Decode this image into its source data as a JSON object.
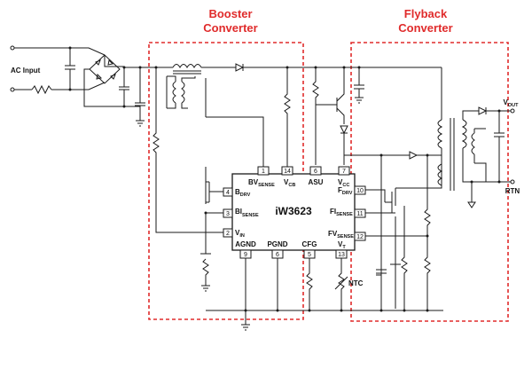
{
  "sections": {
    "booster": {
      "line1": "Booster",
      "line2": "Converter"
    },
    "flyback": {
      "line1": "Flyback",
      "line2": "Converter"
    }
  },
  "ic": {
    "name": "iW3623"
  },
  "io": {
    "ac_input": "AC Input",
    "vout_main": "V",
    "vout_sub": "OUT",
    "rtn": "RTN",
    "ntc": "NTC"
  },
  "pins": {
    "bvsense": {
      "num": "1",
      "main": "BV",
      "sub": "SENSE"
    },
    "vcb": {
      "num": "14",
      "main": "V",
      "sub": "CB"
    },
    "asu": {
      "num": "6",
      "main": "ASU",
      "sub": ""
    },
    "vcc": {
      "num": "7",
      "main": "V",
      "sub": "CC"
    },
    "bdrv": {
      "num": "4",
      "main": "B",
      "sub": "DRV"
    },
    "bisense": {
      "num": "3",
      "main": "BI",
      "sub": "SENSE"
    },
    "vin": {
      "num": "2",
      "main": "V",
      "sub": "IN"
    },
    "fdrv": {
      "num": "10",
      "main": "F",
      "sub": "DRV"
    },
    "fisense": {
      "num": "11",
      "main": "FI",
      "sub": "SENSE"
    },
    "fvsense": {
      "num": "12",
      "main": "FV",
      "sub": "SENSE"
    },
    "agnd": {
      "num": "9",
      "main": "AGND",
      "sub": ""
    },
    "pgnd": {
      "num": "6",
      "main": "PGND",
      "sub": ""
    },
    "cfg": {
      "num": "5",
      "main": "CFG",
      "sub": ""
    },
    "vt": {
      "num": "13",
      "main": "V",
      "sub": "T"
    }
  },
  "colors": {
    "accent": "#e02b2b",
    "wire": "#1a1a1a"
  }
}
